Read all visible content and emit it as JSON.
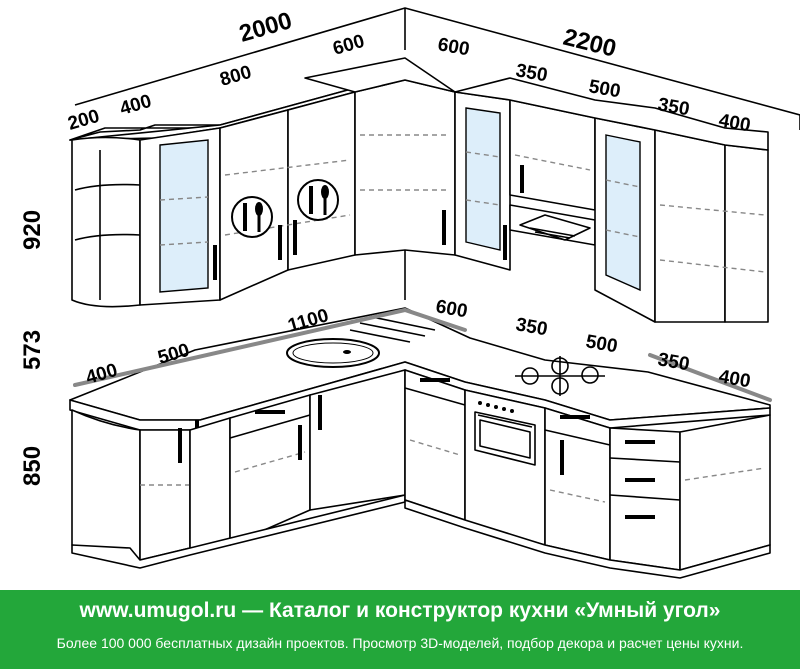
{
  "dimensions": {
    "wall_left_total": "2000",
    "wall_right_total": "2200",
    "top_left_corner": "600",
    "top_right_corner": "600",
    "upper_left": [
      "200",
      "400",
      "800"
    ],
    "upper_right": [
      "350",
      "500",
      "350",
      "400"
    ],
    "height_upper": "920",
    "height_gap": "573",
    "height_base": "850",
    "base_left": [
      "400",
      "500",
      "1100"
    ],
    "base_right": [
      "600",
      "350",
      "500",
      "350",
      "400"
    ]
  },
  "banner": {
    "site": "www.umugol.ru",
    "separator": "—",
    "headline": "Каталог и конструктор кухни «Умный угол»",
    "subline": "Более 100 000 бесплатных дизайн проектов. Просмотр 3D-моделей, подбор декора и расчет цены кухни."
  },
  "colors": {
    "banner_bg": "#23a73a",
    "banner_text": "#ffffff",
    "glass": "#ddeefa",
    "line": "#000000"
  }
}
